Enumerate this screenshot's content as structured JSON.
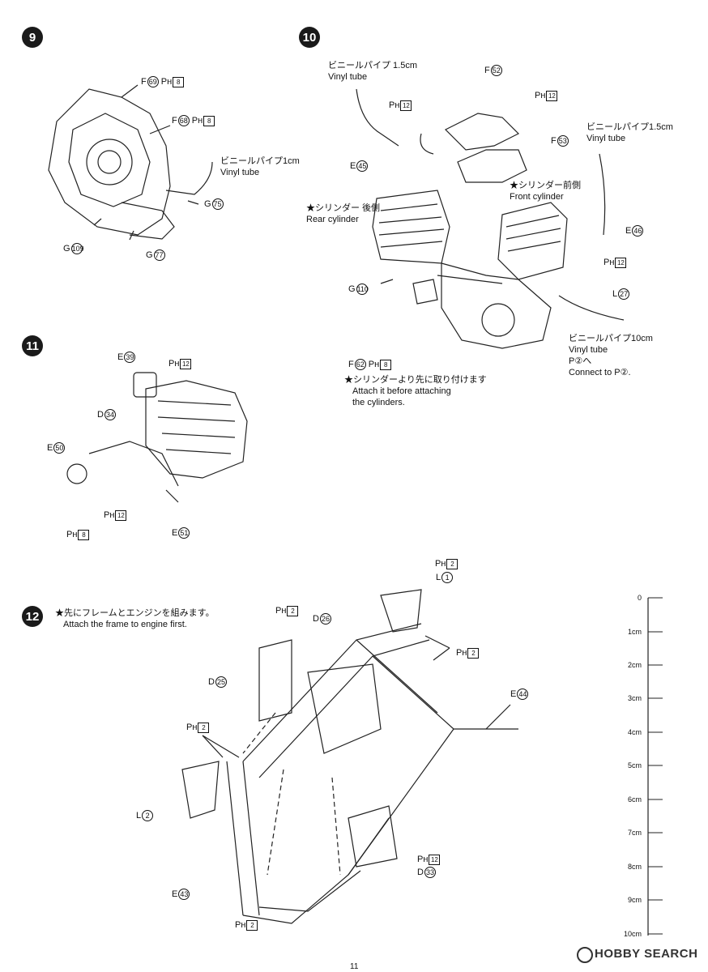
{
  "page_number": "11",
  "watermark": "HOBBY SEARCH",
  "steps": {
    "s9": {
      "number": "9",
      "labels": [
        {
          "text": "F",
          "num": "69",
          "ph": "Pʜ",
          "box": "8"
        },
        {
          "text": "F",
          "num": "68",
          "ph": "Pʜ",
          "box": "8"
        },
        {
          "text": "G",
          "num": "75"
        },
        {
          "text": "G",
          "num": "109"
        },
        {
          "text": "G",
          "num": "77"
        }
      ],
      "vinyl_jp": "ビニールパイプ1cm",
      "vinyl_en": "Vinyl tube"
    },
    "s10": {
      "number": "10",
      "vinyl1_jp": "ビニールパイプ 1.5cm",
      "vinyl1_en": "Vinyl tube",
      "vinyl2_jp": "ビニールパイプ1.5cm",
      "vinyl2_en": "Vinyl tube",
      "vinyl3_jp": "ビニールパイプ10cm",
      "vinyl3_en": "Vinyl tube",
      "connect_jp": "P②へ",
      "connect_en": "Connect to P②.",
      "rear_jp": "★シリンダー 後側",
      "rear_en": "Rear cylinder",
      "front_jp": "★シリンダー前側",
      "front_en": "Front cylinder",
      "attach_jp": "★シリンダーより先に取り付けます",
      "attach_en1": "Attach it before attaching",
      "attach_en2": "the cylinders.",
      "labels": [
        {
          "text": "F",
          "num": "52"
        },
        {
          "ph": "Pʜ",
          "box": "12"
        },
        {
          "text": "F",
          "num": "53"
        },
        {
          "ph": "Pʜ",
          "box": "12"
        },
        {
          "text": "E",
          "num": "45"
        },
        {
          "text": "E",
          "num": "46"
        },
        {
          "ph": "Pʜ",
          "box": "12"
        },
        {
          "text": "L",
          "num": "27"
        },
        {
          "text": "G",
          "num": "110"
        },
        {
          "text": "F",
          "num": "62",
          "ph": "Pʜ",
          "box": "8"
        }
      ]
    },
    "s11": {
      "number": "11",
      "labels": [
        {
          "text": "E",
          "num": "39"
        },
        {
          "ph": "Pʜ",
          "box": "12"
        },
        {
          "text": "D",
          "num": "34"
        },
        {
          "text": "E",
          "num": "50"
        },
        {
          "ph": "Pʜ",
          "box": "12"
        },
        {
          "ph": "Pʜ",
          "box": "8"
        },
        {
          "text": "E",
          "num": "51"
        }
      ]
    },
    "s12": {
      "number": "12",
      "note_jp": "★先にフレームとエンジンを組みます。",
      "note_en": "Attach the frame to engine first.",
      "labels": [
        {
          "ph": "Pʜ",
          "box": "2"
        },
        {
          "text": "L",
          "num": "1"
        },
        {
          "ph": "Pʜ",
          "box": "2"
        },
        {
          "text": "D",
          "num": "26"
        },
        {
          "text": "D",
          "num": "25"
        },
        {
          "ph": "Pʜ",
          "box": "2"
        },
        {
          "text": "E",
          "num": "44"
        },
        {
          "ph": "Pʜ",
          "box": "2"
        },
        {
          "text": "L",
          "num": "2"
        },
        {
          "ph": "Pʜ",
          "box": "12"
        },
        {
          "text": "D",
          "num": "33"
        },
        {
          "text": "E",
          "num": "43"
        },
        {
          "ph": "Pʜ",
          "box": "2"
        }
      ]
    }
  },
  "ruler": {
    "ticks": [
      "0",
      "1cm",
      "2cm",
      "3cm",
      "4cm",
      "5cm",
      "6cm",
      "7cm",
      "8cm",
      "9cm",
      "10cm"
    ]
  }
}
